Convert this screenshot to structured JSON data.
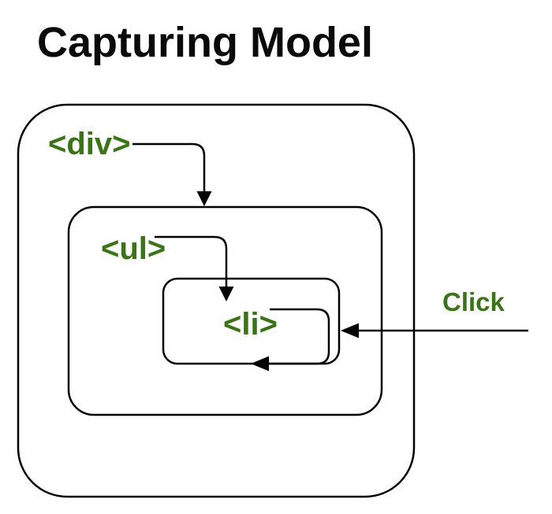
{
  "title": "Capturing Model",
  "diagram": {
    "nodes": [
      {
        "tag": "<div>"
      },
      {
        "tag": "<ul>"
      },
      {
        "tag": "<li>"
      }
    ],
    "event_label": "Click"
  },
  "colors": {
    "tag_green": "#3b7418",
    "title_black": "#0a0a0a",
    "line_black": "#000000",
    "background": "#ffffff"
  }
}
